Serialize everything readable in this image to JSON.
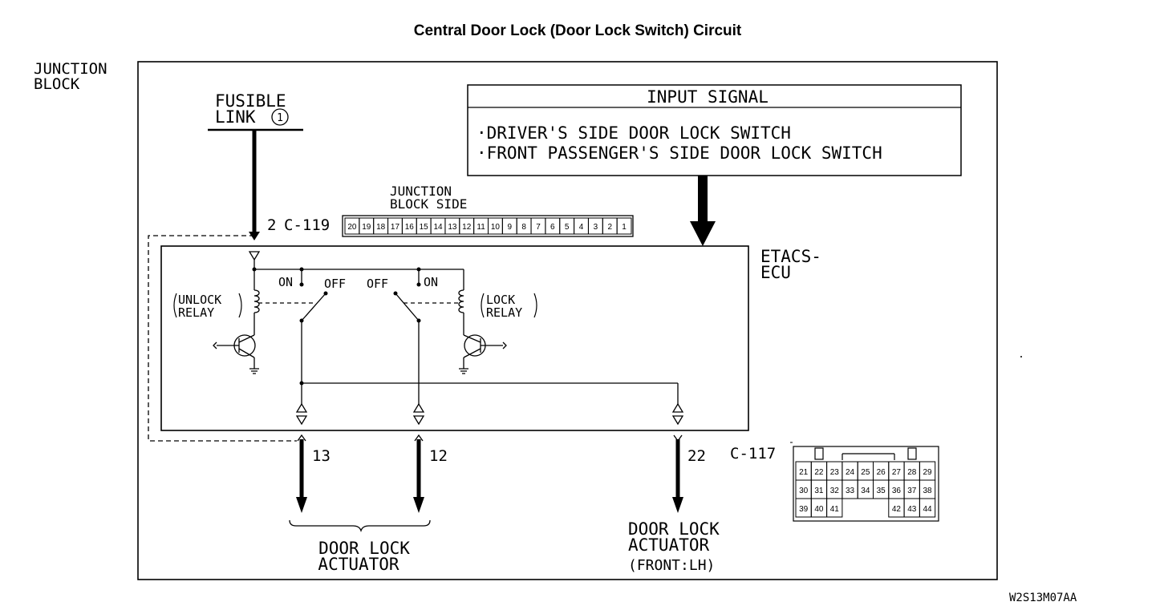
{
  "title": "Central Door Lock (Door Lock Switch) Circuit",
  "junction_block": {
    "line1": "JUNCTION",
    "line2": "BLOCK"
  },
  "fusible_link": {
    "line1": "FUSIBLE",
    "line2": "LINK",
    "number": "1"
  },
  "input_signal": {
    "header": "INPUT SIGNAL",
    "items": [
      "·DRIVER'S SIDE DOOR LOCK SWITCH",
      "·FRONT PASSENGER'S SIDE DOOR LOCK SWITCH"
    ]
  },
  "connector_c119": {
    "pin": "2",
    "label": "C-119",
    "side_line1": "JUNCTION",
    "side_line2": "BLOCK SIDE",
    "pins": [
      "20",
      "19",
      "18",
      "17",
      "16",
      "15",
      "14",
      "13",
      "12",
      "11",
      "10",
      "9",
      "8",
      "7",
      "6",
      "5",
      "4",
      "3",
      "2",
      "1"
    ]
  },
  "ecu": {
    "line1": "ETACS-",
    "line2": "ECU"
  },
  "relays": {
    "unlock": {
      "line1": "UNLOCK",
      "line2": "RELAY",
      "on": "ON",
      "off": "OFF"
    },
    "lock": {
      "line1": "LOCK",
      "line2": "RELAY",
      "on": "ON",
      "off": "OFF"
    }
  },
  "terminals": {
    "t13": "13",
    "t12": "12",
    "t22": "22"
  },
  "connector_c117": {
    "label": "C-117",
    "rows": [
      [
        "21",
        "22",
        "23",
        "24",
        "25",
        "26",
        "27",
        "28",
        "29"
      ],
      [
        "30",
        "31",
        "32",
        "33",
        "34",
        "35",
        "36",
        "37",
        "38"
      ],
      [
        "39",
        "40",
        "41",
        "",
        "",
        "",
        "42",
        "43",
        "44"
      ]
    ]
  },
  "outputs": {
    "door_lock_actuator": {
      "line1": "DOOR LOCK",
      "line2": "ACTUATOR"
    },
    "front_lh": {
      "line1": "DOOR LOCK",
      "line2": "ACTUATOR",
      "line3": "(FRONT:LH)"
    }
  },
  "figure_code": "W2S13M07AA"
}
